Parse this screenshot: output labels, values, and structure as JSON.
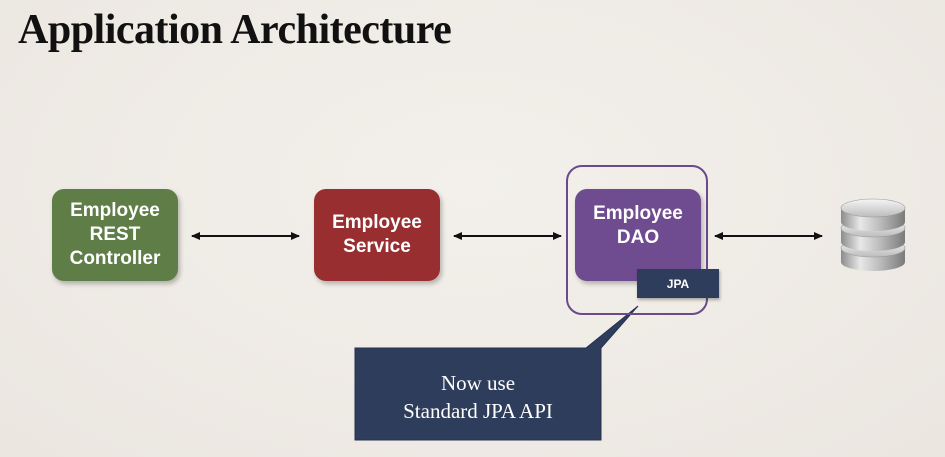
{
  "title": "Application Architecture",
  "nodes": {
    "controller": {
      "line1": "Employee",
      "line2": "REST",
      "line3": "Controller",
      "color": "#5e7d47"
    },
    "service": {
      "line1": "Employee",
      "line2": "Service",
      "color": "#982e30"
    },
    "dao": {
      "line1": "Employee",
      "line2": "DAO",
      "color": "#6f4b8f"
    },
    "jpa_tag": "JPA",
    "database_icon": "database-icon"
  },
  "callout": {
    "line1": "Now use",
    "line2": "Standard JPA API",
    "color": "#2e3d5c"
  }
}
